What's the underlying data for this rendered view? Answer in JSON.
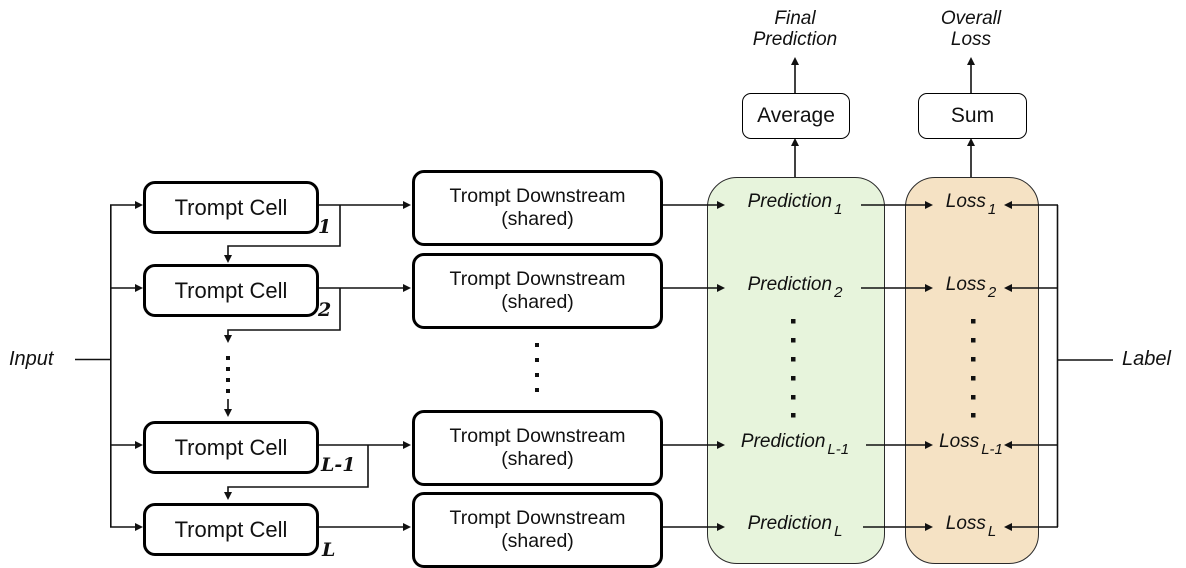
{
  "labels": {
    "input": "Input",
    "label": "Label",
    "final_prediction_line1": "Final",
    "final_prediction_line2": "Prediction",
    "overall_loss_line1": "Overall",
    "overall_loss_line2": "Loss",
    "average": "Average",
    "sum": "Sum"
  },
  "cells": {
    "label": "Trompt Cell",
    "subscripts": [
      "1",
      "2",
      "L-1",
      "L"
    ]
  },
  "downstream": {
    "line1": "Trompt Downstream",
    "line2": "(shared)"
  },
  "predictions": {
    "label": "Prediction",
    "subscripts": [
      "1",
      "2",
      "L-1",
      "L"
    ]
  },
  "losses": {
    "label": "Loss",
    "subscripts": [
      "1",
      "2",
      "L-1",
      "L"
    ]
  },
  "colors": {
    "prediction_panel": "#e7f4dc",
    "loss_panel": "#f5e2c4",
    "stroke": "#111111"
  }
}
